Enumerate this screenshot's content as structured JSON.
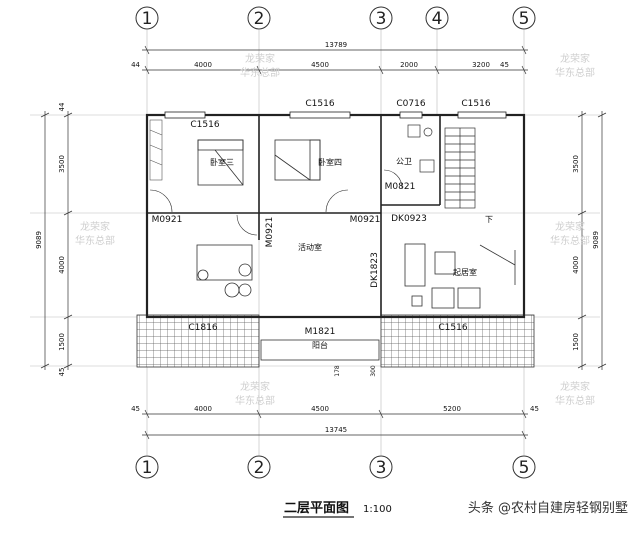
{
  "axes": {
    "top": [
      "1",
      "2",
      "3",
      "4",
      "5"
    ],
    "bottom": [
      "1",
      "2",
      "3",
      "5"
    ]
  },
  "dimensions": {
    "top_total": "13789",
    "top_start": "44",
    "top_segments": [
      "4000",
      "4500",
      "2000",
      "3200"
    ],
    "top_end": "45",
    "bottom_start": "45",
    "bottom_segments": [
      "4000",
      "4500",
      "5200"
    ],
    "bottom_end": "45",
    "bottom_total": "13745",
    "left_total": "9089",
    "left_segments": [
      "3500",
      "4000",
      "1500"
    ],
    "left_top": "44",
    "left_bottom": "45",
    "right_total": "9089",
    "right_segments": [
      "3500",
      "4000",
      "1500"
    ],
    "small_178": "178",
    "small_300": "300"
  },
  "windows": {
    "c1516_top_left": "C1516",
    "c1516_top_mid": "C1516",
    "c0716": "C0716",
    "c1516_top_right": "C1516",
    "c1816": "C1816",
    "c1516_bottom_right": "C1516"
  },
  "doors": {
    "m0921_left": "M0921",
    "m0921_mid": "M0921",
    "m0921_vertical": "M0921",
    "m0821": "M0821",
    "dk0923": "DK0923",
    "dk1823": "DK1823",
    "m1821": "M1821"
  },
  "rooms": {
    "bedroom3": "卧室三",
    "bedroom4": "卧室四",
    "bathroom": "公卫",
    "activity": "活动室",
    "living": "起居室",
    "balcony": "阳台",
    "stair_down": "下"
  },
  "title": {
    "main": "二层平面图",
    "scale": "1:100"
  },
  "watermarks": {
    "w1": "龙荣家",
    "w2": "华东总部"
  },
  "footer": {
    "credit": "头条 @农村自建房轻钢别墅"
  }
}
